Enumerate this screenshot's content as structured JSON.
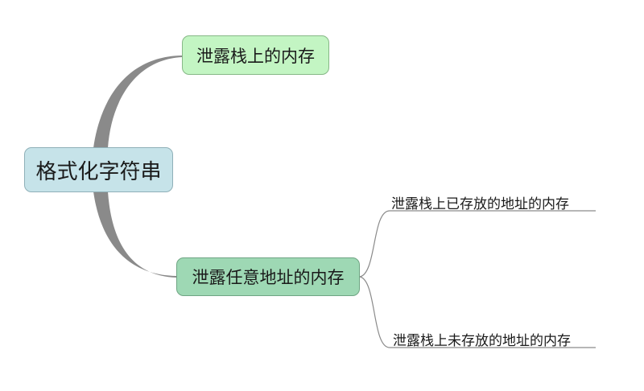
{
  "mindmap": {
    "root": {
      "label": "格式化字符串"
    },
    "branches": [
      {
        "label": "泄露栈上的内存",
        "color": "#c3f5c3"
      },
      {
        "label": "泄露任意地址的内存",
        "color": "#9ed8b4",
        "children": [
          {
            "label": "泄露栈上已存放的地址的内存"
          },
          {
            "label": "泄露栈上未存放的地址的内存"
          }
        ]
      }
    ],
    "root_color": "#c6e3e9",
    "connector_color": "#8a8a8a"
  }
}
